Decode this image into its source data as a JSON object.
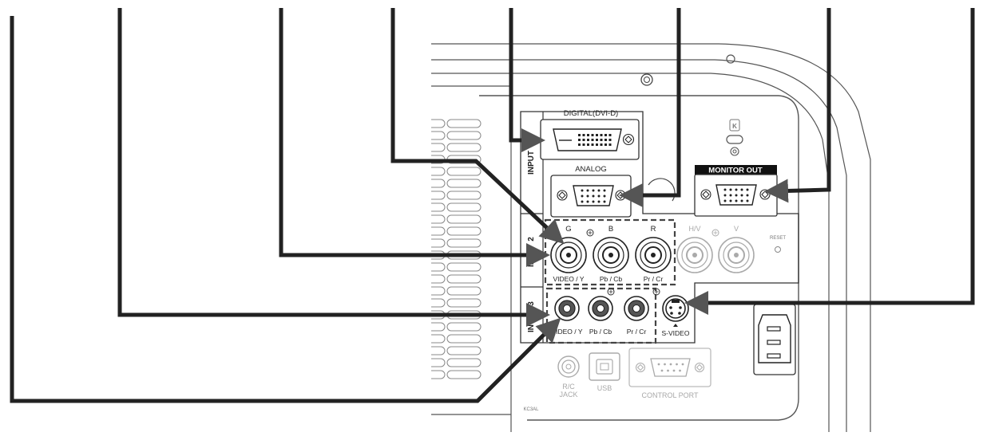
{
  "labels": {
    "digital": "DIGITAL(DVI-D)",
    "analog": "ANALOG",
    "input_section": "INPUT",
    "monitor_out": "MONITOR OUT",
    "input2_number": "2",
    "input2_prefix": "IN",
    "input3_number": "3",
    "input3_prefix": "IN",
    "jack_g": "G",
    "jack_b": "B",
    "jack_r": "R",
    "jack_hv": "H/V",
    "jack_v": "V",
    "video_y_2": "VIDEO / Y",
    "pb_cb_2": "Pb / Cb",
    "pr_cr_2": "Pr / Cr",
    "video_y_3": "VIDEO / Y",
    "pb_cb_3": "Pb / Cb",
    "pr_cr_3": "Pr / Cr",
    "s_video": "S-VIDEO",
    "reset": "RESET",
    "rc_line1": "R/C",
    "rc_line2": "JACK",
    "usb": "USB",
    "control_port": "CONTROL PORT",
    "model_code": "KC3AL"
  },
  "colors": {
    "line": "#222222",
    "arrow": "#555555",
    "panel_stroke": "#333333",
    "faded_stroke": "#b5b5b5",
    "monitor_badge": "#111111"
  }
}
